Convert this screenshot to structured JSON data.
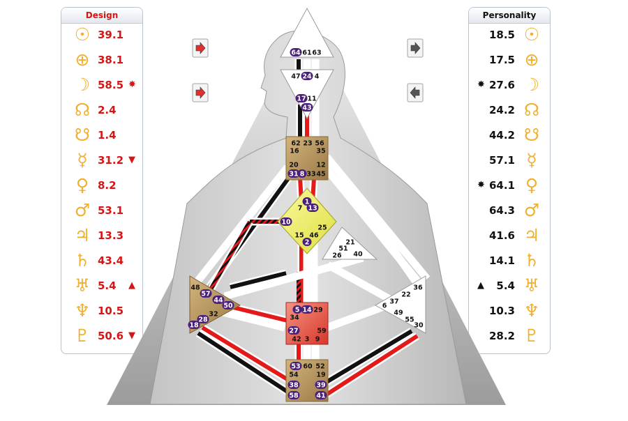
{
  "design": {
    "title": "Design",
    "rows": [
      {
        "glyph": "☉",
        "icon": "sun-icon",
        "value": "39.1",
        "mark": ""
      },
      {
        "glyph": "⊕",
        "icon": "earth-icon",
        "value": "38.1",
        "mark": ""
      },
      {
        "glyph": "☽",
        "icon": "moon-icon",
        "value": "58.5",
        "mark": "✸"
      },
      {
        "glyph": "☊",
        "icon": "north-node-icon",
        "value": "2.4",
        "mark": ""
      },
      {
        "glyph": "☋",
        "icon": "south-node-icon",
        "value": "1.4",
        "mark": ""
      },
      {
        "glyph": "☿",
        "icon": "mercury-icon",
        "value": "31.2",
        "mark": "▼"
      },
      {
        "glyph": "♀",
        "icon": "venus-icon",
        "value": "8.2",
        "mark": ""
      },
      {
        "glyph": "♂",
        "icon": "mars-icon",
        "value": "53.1",
        "mark": ""
      },
      {
        "glyph": "♃",
        "icon": "jupiter-icon",
        "value": "13.3",
        "mark": ""
      },
      {
        "glyph": "♄",
        "icon": "saturn-icon",
        "value": "43.4",
        "mark": ""
      },
      {
        "glyph": "♅",
        "icon": "uranus-icon",
        "value": "5.4",
        "mark": "▲"
      },
      {
        "glyph": "♆",
        "icon": "neptune-icon",
        "value": "10.5",
        "mark": ""
      },
      {
        "glyph": "♇",
        "icon": "pluto-icon",
        "value": "50.6",
        "mark": "▼"
      }
    ]
  },
  "personality": {
    "title": "Personality",
    "rows": [
      {
        "glyph": "☉",
        "icon": "sun-icon",
        "value": "18.5",
        "mark": ""
      },
      {
        "glyph": "⊕",
        "icon": "earth-icon",
        "value": "17.5",
        "mark": ""
      },
      {
        "glyph": "☽",
        "icon": "moon-icon",
        "value": "27.6",
        "mark": "✸"
      },
      {
        "glyph": "☊",
        "icon": "north-node-icon",
        "value": "24.2",
        "mark": ""
      },
      {
        "glyph": "☋",
        "icon": "south-node-icon",
        "value": "44.2",
        "mark": ""
      },
      {
        "glyph": "☿",
        "icon": "mercury-icon",
        "value": "57.1",
        "mark": ""
      },
      {
        "glyph": "♀",
        "icon": "venus-icon",
        "value": "64.1",
        "mark": "✸"
      },
      {
        "glyph": "♂",
        "icon": "mars-icon",
        "value": "64.3",
        "mark": ""
      },
      {
        "glyph": "♃",
        "icon": "jupiter-icon",
        "value": "41.6",
        "mark": ""
      },
      {
        "glyph": "♄",
        "icon": "saturn-icon",
        "value": "14.1",
        "mark": ""
      },
      {
        "glyph": "♅",
        "icon": "uranus-icon",
        "value": "5.4",
        "mark": "▲"
      },
      {
        "glyph": "♆",
        "icon": "neptune-icon",
        "value": "10.3",
        "mark": ""
      },
      {
        "glyph": "♇",
        "icon": "pluto-icon",
        "value": "28.2",
        "mark": ""
      }
    ]
  },
  "arrows": [
    {
      "name": "design-top-arrow-button",
      "icon": "arrow-right-icon",
      "color": "#e03030",
      "direction": "right"
    },
    {
      "name": "design-bottom-arrow-button",
      "icon": "arrow-right-icon",
      "color": "#e03030",
      "direction": "right"
    },
    {
      "name": "personality-top-arrow-button",
      "icon": "arrow-right-icon",
      "color": "#555555",
      "direction": "right"
    },
    {
      "name": "personality-bottom-arrow-button",
      "icon": "arrow-left-icon",
      "color": "#555555",
      "direction": "left"
    }
  ],
  "colors": {
    "design": "#e41a1a",
    "personality": "#111111",
    "glyph": "#f0b030",
    "active_gate": "#4b1f7a",
    "throat": "#b9985f",
    "g_center": "#f0f070",
    "sacral": "#e85a4a"
  },
  "centers": {
    "head": {
      "gates": [
        "64",
        "61",
        "63"
      ],
      "active": [
        "64"
      ]
    },
    "ajna": {
      "gates": [
        "47",
        "24",
        "4",
        "17",
        "11",
        "43"
      ],
      "active": [
        "24",
        "17",
        "43"
      ]
    },
    "throat": {
      "gates": [
        "62",
        "23",
        "56",
        "16",
        "35",
        "20",
        "12",
        "31",
        "8",
        "33",
        "45"
      ],
      "active": [
        "31",
        "8"
      ]
    },
    "g": {
      "gates": [
        "1",
        "13",
        "7",
        "10",
        "25",
        "15",
        "46",
        "2"
      ],
      "active": [
        "1",
        "13",
        "10",
        "2"
      ]
    },
    "heart": {
      "gates": [
        "21",
        "51",
        "26",
        "40"
      ],
      "active": []
    },
    "spleen": {
      "gates": [
        "48",
        "57",
        "44",
        "50",
        "32",
        "28",
        "18"
      ],
      "active": [
        "57",
        "44",
        "50",
        "28",
        "18"
      ]
    },
    "solar_plexus": {
      "gates": [
        "36",
        "22",
        "37",
        "6",
        "49",
        "55",
        "30"
      ],
      "active": []
    },
    "sacral": {
      "gates": [
        "5",
        "14",
        "29",
        "34",
        "27",
        "59",
        "42",
        "3",
        "9"
      ],
      "active": [
        "5",
        "14",
        "27"
      ]
    },
    "root": {
      "gates": [
        "53",
        "60",
        "52",
        "54",
        "19",
        "38",
        "39",
        "58",
        "41"
      ],
      "active": [
        "53",
        "38",
        "39",
        "58",
        "41"
      ]
    }
  }
}
